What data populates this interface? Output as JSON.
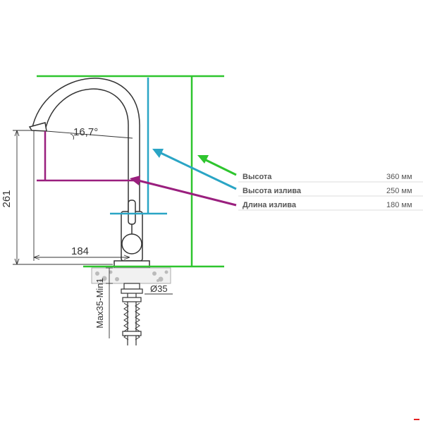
{
  "dimensions": {
    "angle": "16,7°",
    "total_height": "261",
    "reach": "184",
    "hole_diameter": "Ø35",
    "countertop": "Max35-Min1"
  },
  "specs": [
    {
      "label": "Высота",
      "value": "360 мм",
      "color": "#2ec52e"
    },
    {
      "label": "Высота излива",
      "value": "250 мм",
      "color": "#2aa5c5"
    },
    {
      "label": "Длина излива",
      "value": "180 мм",
      "color": "#9a1f7e"
    }
  ],
  "colors": {
    "height": "#2ec52e",
    "spout_height": "#2aa5c5",
    "spout_length": "#9a1f7e",
    "drawing": "#333333",
    "accent": "#e52222"
  }
}
